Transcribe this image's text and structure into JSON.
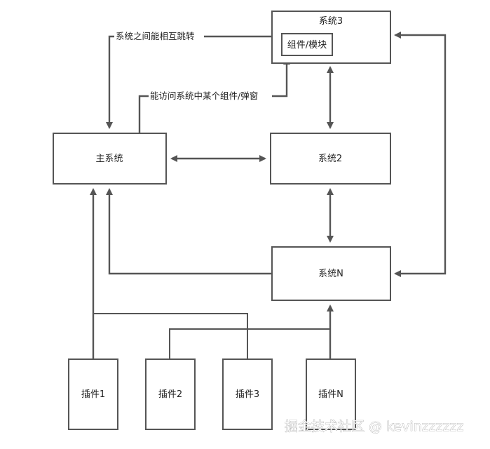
{
  "nodes": {
    "system3": "系统3",
    "module": "组件/模块",
    "main_system": "主系统",
    "system2": "系统2",
    "systemN": "系统N",
    "plugin1": "插件1",
    "plugin2": "插件2",
    "plugin3": "插件3",
    "pluginN": "插件N"
  },
  "edge_labels": {
    "jump_between_systems": "系统之间能相互跳转",
    "access_component": "能访问系统中某个组件/弹窗"
  },
  "watermark": "掘金技术社区 @ kevinzzzzzz",
  "colors": {
    "line": "#555555",
    "box_fill": "#ffffff"
  }
}
